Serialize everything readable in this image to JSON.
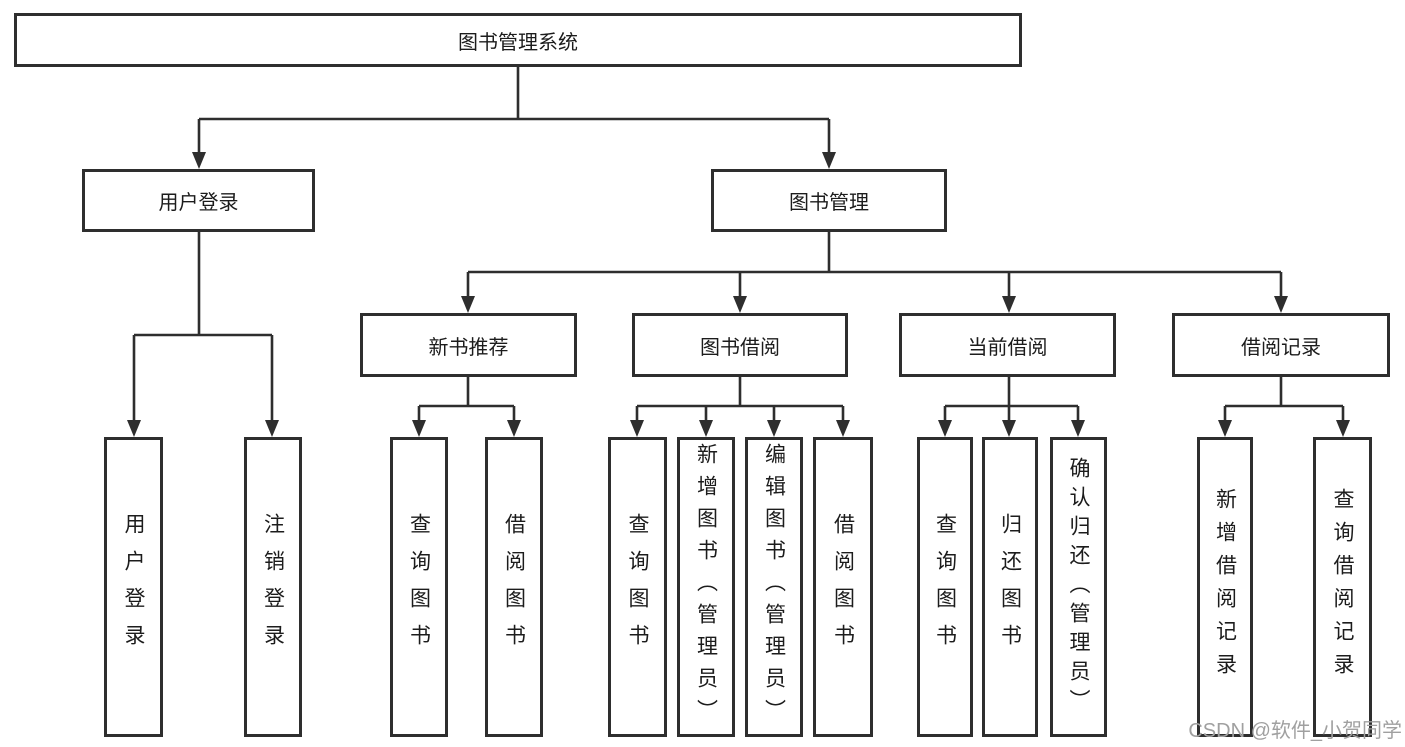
{
  "tree": {
    "root": "图书管理系统",
    "children": [
      {
        "label": "用户登录",
        "children": [
          "用户登录",
          "注销登录"
        ]
      },
      {
        "label": "图书管理",
        "children": [
          {
            "label": "新书推荐",
            "children": [
              "查询图书",
              "借阅图书"
            ]
          },
          {
            "label": "图书借阅",
            "children": [
              "查询图书",
              "新增图书（管理员）",
              "编辑图书（管理员）",
              "借阅图书"
            ]
          },
          {
            "label": "当前借阅",
            "children": [
              "查询图书",
              "归还图书",
              "确认归还（管理员）"
            ]
          },
          {
            "label": "借阅记录",
            "children": [
              "新增借阅记录",
              "查询借阅记录"
            ]
          }
        ]
      }
    ]
  },
  "watermark": {
    "text": "CSDN @软件_小贺同学"
  },
  "colors": {
    "line": "#2e2e2e",
    "box_border": "#2e2e2e",
    "box_fill": "#ffffff",
    "text": "#1c1c1c",
    "watermark": "#a0a0a0",
    "background": "#ffffff"
  }
}
